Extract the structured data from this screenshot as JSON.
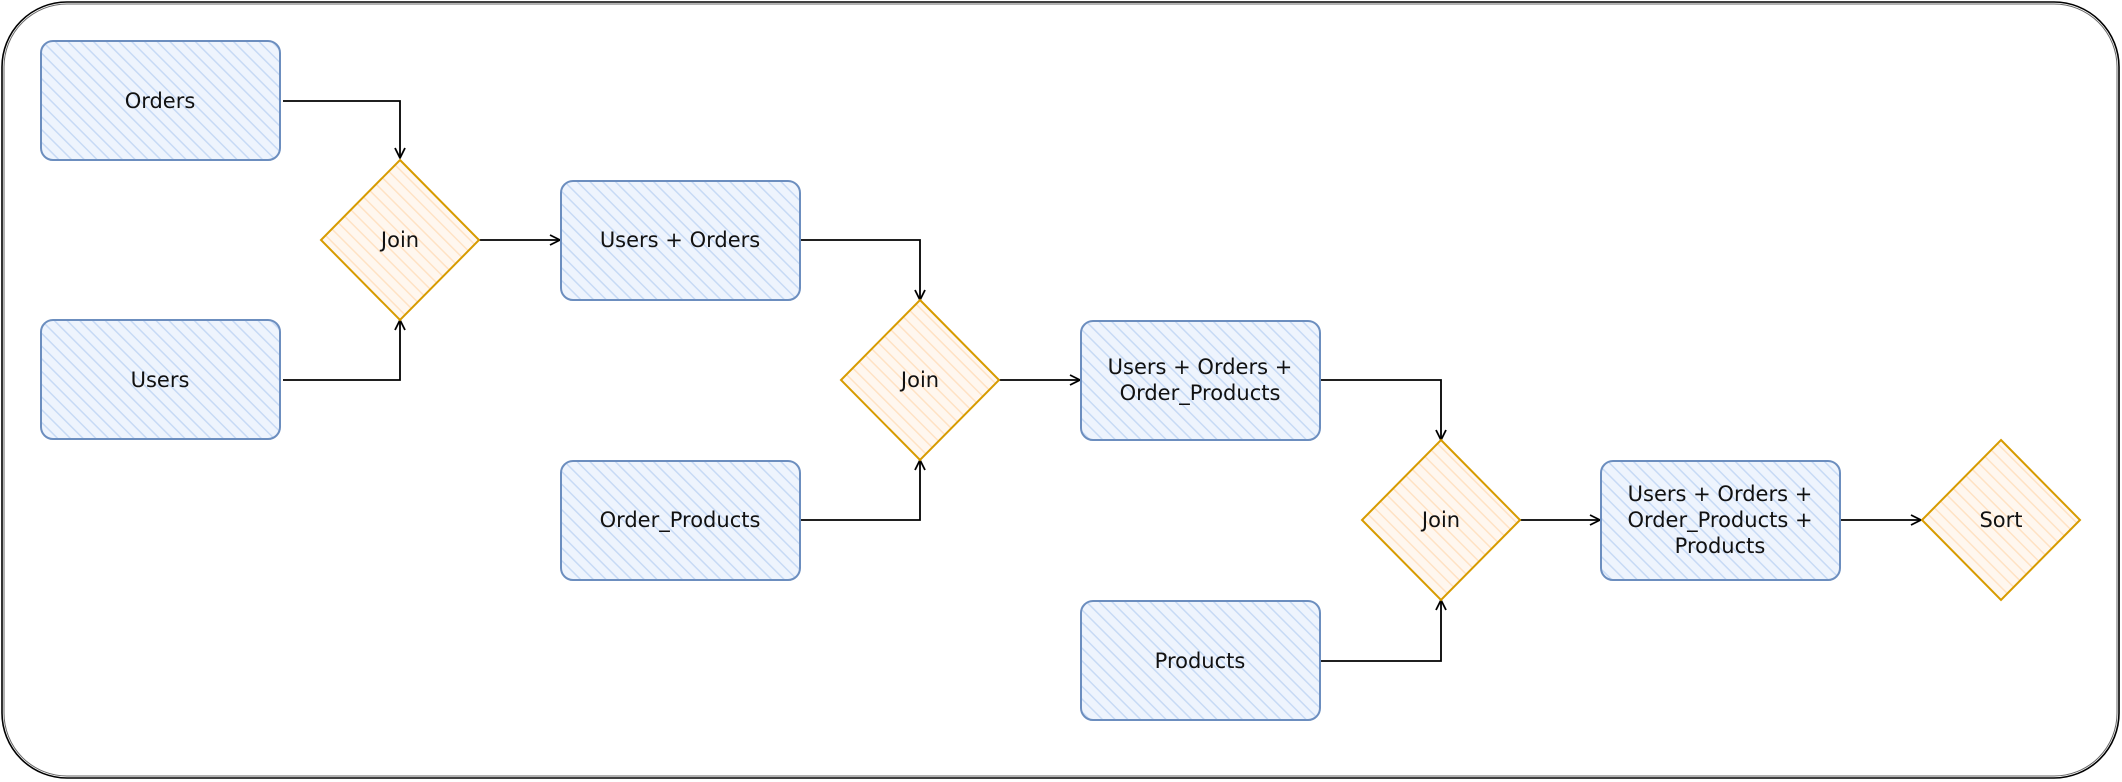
{
  "colors": {
    "rect_fill": "#dae8fc",
    "rect_stroke": "#6c8ebf",
    "diamond_fill": "#ffe6cc",
    "diamond_stroke": "#d79b00",
    "edge": "#000000",
    "frame": "#000000"
  },
  "nodes": {
    "orders": [
      "Orders"
    ],
    "users": [
      "Users"
    ],
    "join1": [
      "Join"
    ],
    "users_orders": [
      "Users + Orders"
    ],
    "join2": [
      "Join"
    ],
    "order_products": [
      "Order_Products"
    ],
    "users_orders_op": [
      "Users + Orders +",
      "Order_Products"
    ],
    "join3": [
      "Join"
    ],
    "products": [
      "Products"
    ],
    "users_orders_op_p": [
      "Users + Orders +",
      "Order_Products +",
      "Products"
    ],
    "sort": [
      "Sort"
    ]
  }
}
